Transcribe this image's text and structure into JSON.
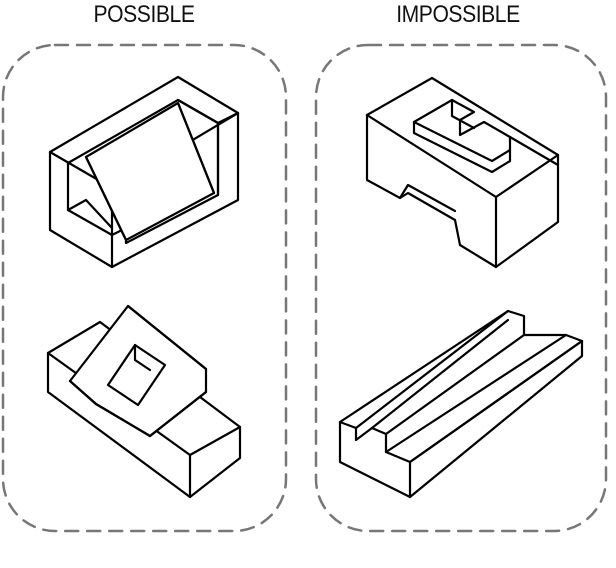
{
  "panels": {
    "possible": {
      "heading": "POSSIBLE",
      "figures": [
        "rectangular-block-with-slanted-recess",
        "block-with-tilted-hollow-square"
      ]
    },
    "impossible": {
      "heading": "IMPOSSIBLE",
      "figures": [
        "block-with-notched-groove",
        "long-grooved-channel-block"
      ]
    }
  },
  "colors": {
    "line": "#000000",
    "panel_border": "#777777",
    "background": "#ffffff"
  }
}
